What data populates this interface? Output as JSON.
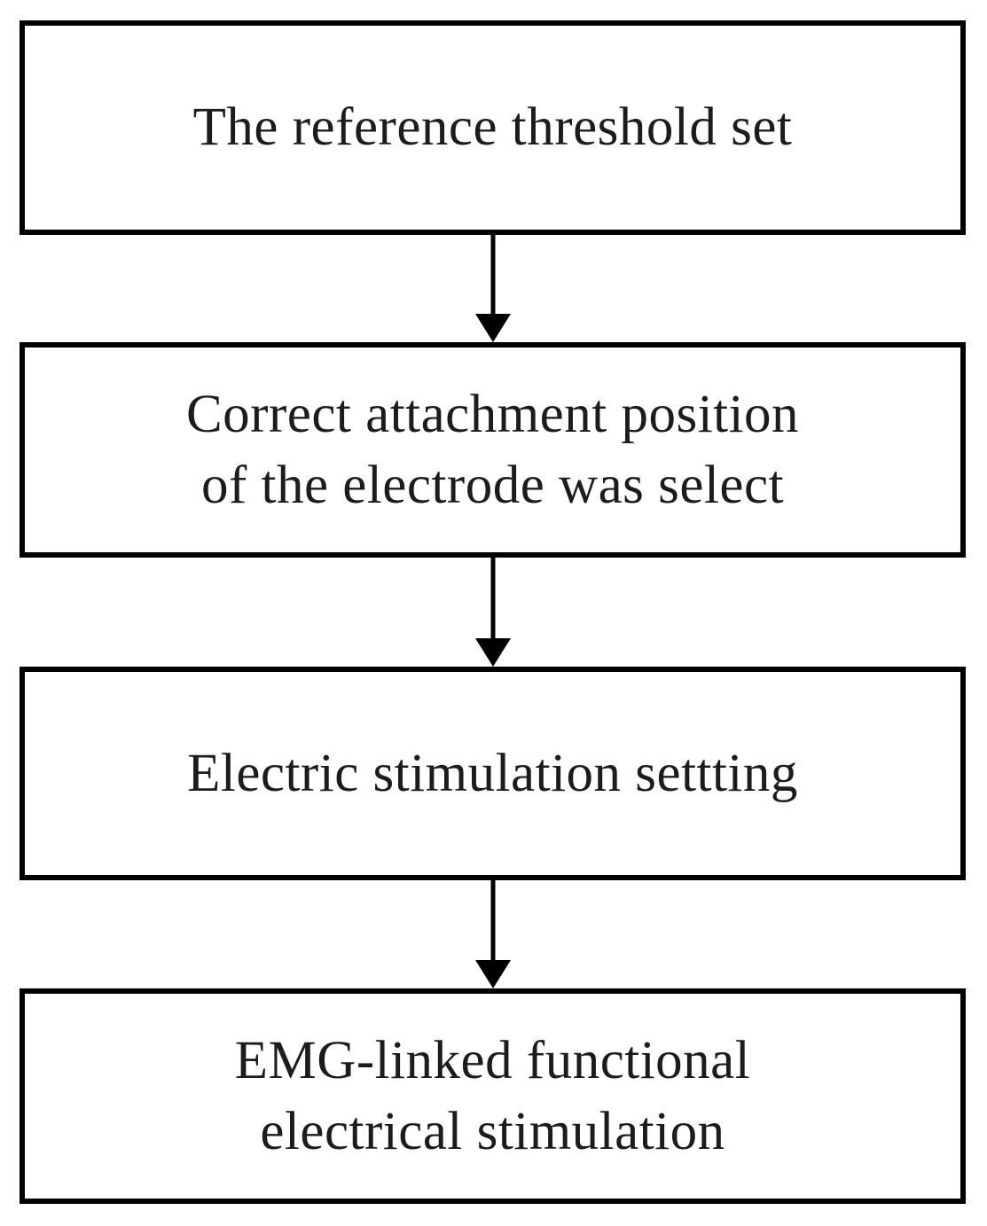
{
  "diagram": {
    "type": "flowchart",
    "background_color": "#ffffff",
    "box_border_color": "#000000",
    "text_color": "#1c1c1c",
    "nodes": [
      {
        "id": "node-1",
        "lines": [
          "The reference threshold set"
        ]
      },
      {
        "id": "node-2",
        "lines": [
          "Correct attachment position",
          "of the electrode was select"
        ]
      },
      {
        "id": "node-3",
        "lines": [
          "Electric stimulation settting"
        ]
      },
      {
        "id": "node-4",
        "lines": [
          "EMG-linked functional",
          "electrical stimulation"
        ]
      }
    ],
    "connectors": [
      {
        "from": "node-1",
        "to": "node-2",
        "direction": "down"
      },
      {
        "from": "node-2",
        "to": "node-3",
        "direction": "down"
      },
      {
        "from": "node-3",
        "to": "node-4",
        "direction": "down"
      }
    ]
  }
}
